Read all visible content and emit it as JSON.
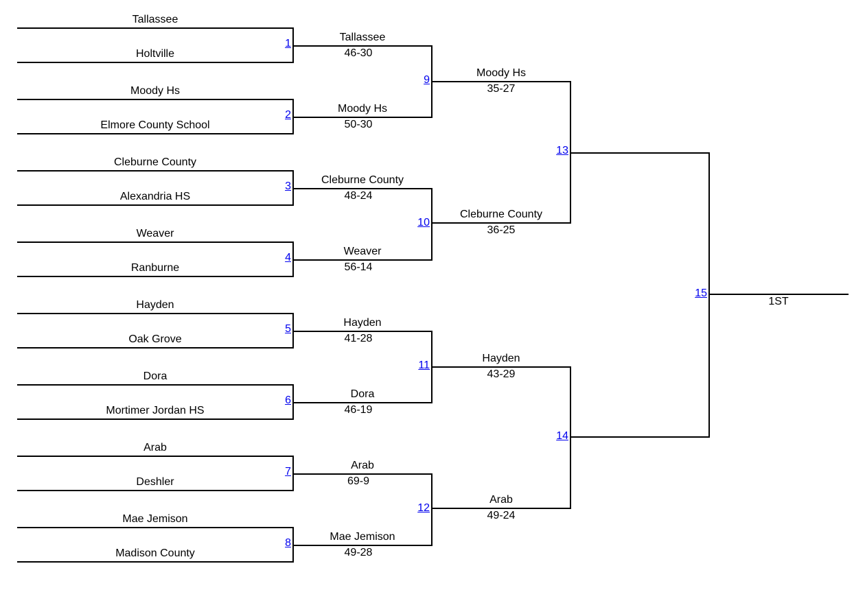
{
  "bracket": {
    "round1": [
      {
        "num": "1",
        "top": "Tallassee",
        "bottom": "Holtville"
      },
      {
        "num": "2",
        "top": "Moody Hs",
        "bottom": "Elmore County School"
      },
      {
        "num": "3",
        "top": "Cleburne County",
        "bottom": "Alexandria HS"
      },
      {
        "num": "4",
        "top": "Weaver",
        "bottom": "Ranburne"
      },
      {
        "num": "5",
        "top": "Hayden",
        "bottom": "Oak Grove"
      },
      {
        "num": "6",
        "top": "Dora",
        "bottom": "Mortimer Jordan HS"
      },
      {
        "num": "7",
        "top": "Arab",
        "bottom": "Deshler"
      },
      {
        "num": "8",
        "top": "Mae Jemison",
        "bottom": "Madison County"
      }
    ],
    "round2": [
      {
        "winner": "Tallassee",
        "score": "46-30"
      },
      {
        "winner": "Moody Hs",
        "score": "50-30"
      },
      {
        "winner": "Cleburne County",
        "score": "48-24"
      },
      {
        "winner": "Weaver",
        "score": "56-14"
      },
      {
        "winner": "Hayden",
        "score": "41-28"
      },
      {
        "winner": "Dora",
        "score": "46-19"
      },
      {
        "winner": "Arab",
        "score": "69-9"
      },
      {
        "winner": "Mae Jemison",
        "score": "49-28"
      }
    ],
    "round2_games": [
      "9",
      "10",
      "11",
      "12"
    ],
    "round3": [
      {
        "winner": "Moody Hs",
        "score": "35-27"
      },
      {
        "winner": "Cleburne County",
        "score": "36-25"
      },
      {
        "winner": "Hayden",
        "score": "43-29"
      },
      {
        "winner": "Arab",
        "score": "49-24"
      }
    ],
    "round3_games": [
      "13",
      "14"
    ],
    "final_game": "15",
    "champion_label": "1ST"
  }
}
